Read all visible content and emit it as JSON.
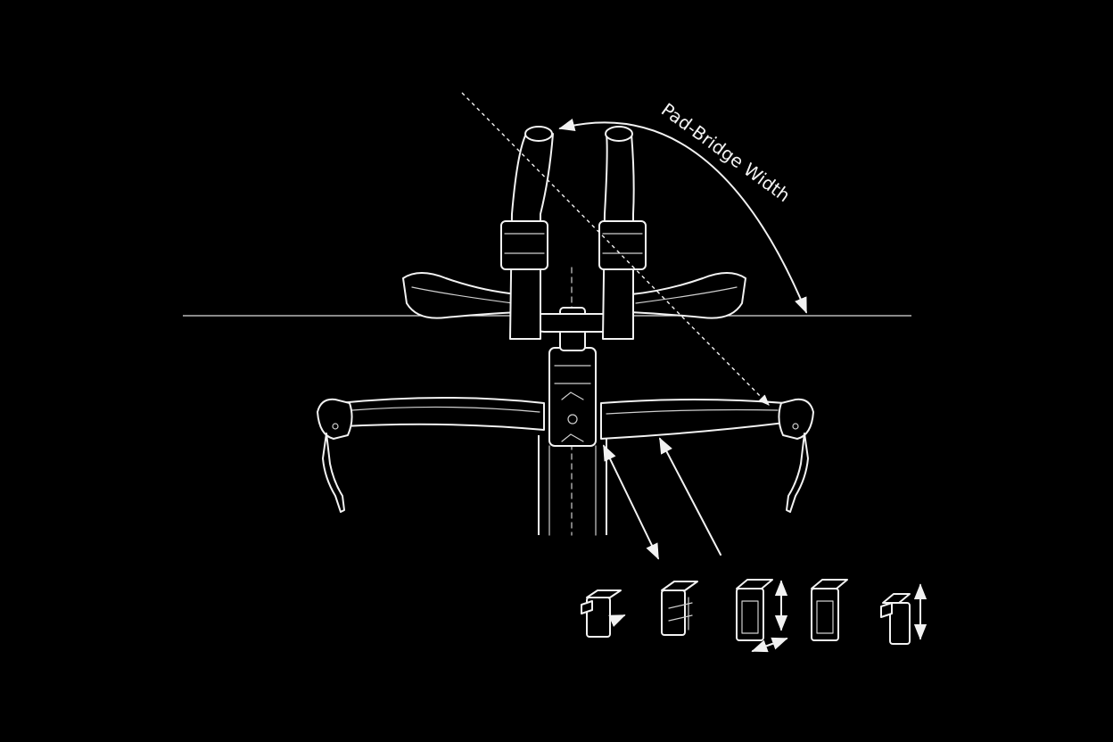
{
  "diagram": {
    "label": "Pad-Bridge Width",
    "colors": {
      "background": "#000000",
      "line": "#f2f2f2"
    },
    "bridge_variants": [
      {
        "name": "bridge-variant-1"
      },
      {
        "name": "bridge-variant-2"
      },
      {
        "name": "bridge-variant-3"
      },
      {
        "name": "bridge-variant-4"
      },
      {
        "name": "bridge-variant-5"
      }
    ]
  }
}
